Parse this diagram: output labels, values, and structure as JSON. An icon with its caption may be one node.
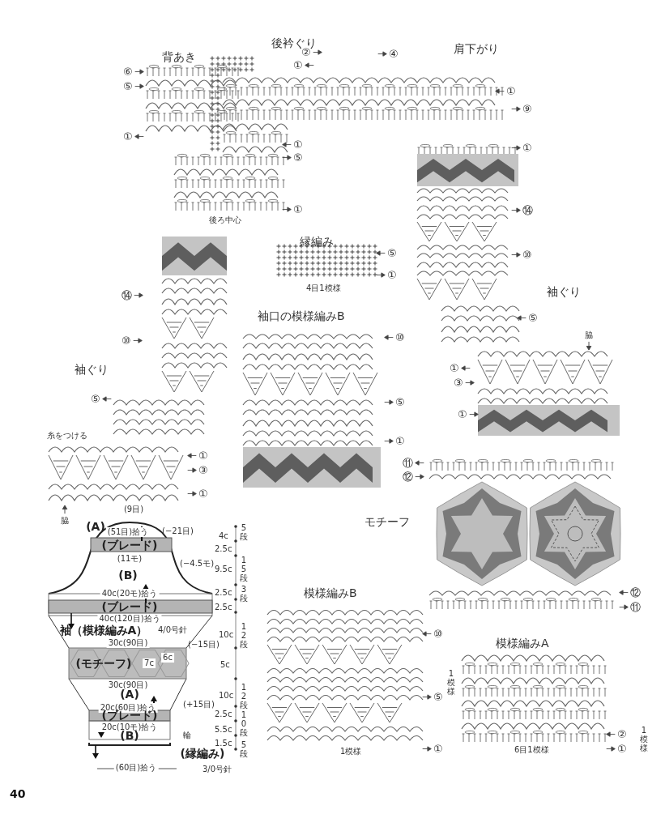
{
  "diagram": {
    "labels": [
      "背あき",
      "後衿ぐり",
      "肩下がり",
      "⑥",
      "⑤",
      "①",
      "②",
      "①",
      "④",
      "①",
      "⑨",
      "①",
      "⑤",
      "①",
      "後ろ中心",
      "①",
      "⑭",
      "⑩",
      "袖ぐり",
      "⑤",
      "脇",
      "①",
      "③",
      "①",
      "⑭",
      "⑩",
      "袖ぐり",
      "⑤",
      "糸をつける",
      "①",
      "③",
      "①",
      "脇",
      "縁編み",
      "⑤",
      "①",
      "4目1模様",
      "袖口の模様編みB",
      "⑩",
      "⑤",
      "①",
      "⑪",
      "⑫",
      "モチーフ",
      "⑫",
      "⑪",
      "(9目)",
      "(A)",
      "(51目)拾う",
      "(−21目)",
      "(ブレード)",
      "(11モ)",
      "(−4.5モ)",
      "(B)",
      "40c(20モ)拾う",
      "(ブレード)",
      "40c(120目)拾う",
      "袖（模様編みA）",
      "4/0号針",
      "30c(90目)",
      "(−15目)",
      "(モチーフ)",
      "7c",
      "6c",
      "30c(90目)",
      "(A)",
      "(+15目)",
      "20c(60目)拾う",
      "(ブレード)",
      "20c(10モ)拾う",
      "(B)",
      "輪",
      "(縁編み)",
      "(60目)拾う",
      "3/0号針",
      "4c",
      "5段",
      "2.5c",
      "9.5c",
      "15段",
      "2.5c",
      "3段",
      "2.5c",
      "10c",
      "12段",
      "5c",
      "10c",
      "12段",
      "2.5c",
      "5.5c",
      "10段",
      "1.5c",
      "5段",
      "模様編みB",
      "⑩",
      "⑤",
      "①",
      "1模様",
      "1模様",
      "模様編みA",
      "②",
      "①",
      "1模様",
      "6目1模様",
      "40"
    ]
  }
}
